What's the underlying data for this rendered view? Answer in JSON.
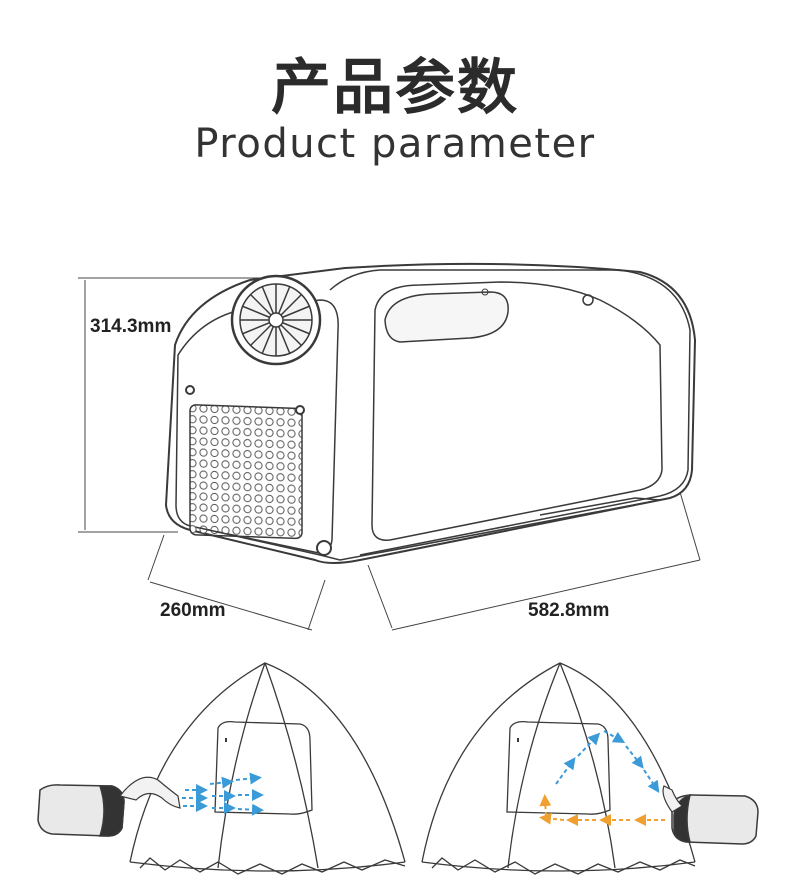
{
  "header": {
    "title_cn": "产品参数",
    "title_en": "Product parameter"
  },
  "dimensions": {
    "height": "314.3mm",
    "depth": "260mm",
    "width": "582.8mm"
  },
  "colors": {
    "cool_air_arrows": "#3a9bd8",
    "warm_air_arrows": "#f0a030",
    "line_art": "#3a3a3a"
  }
}
